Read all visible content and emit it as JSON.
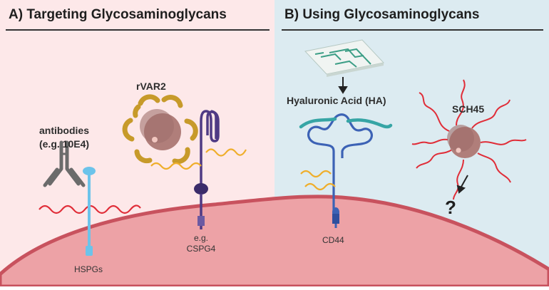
{
  "panels": {
    "a": {
      "title": "A) Targeting Glycosaminoglycans",
      "bg": "#fde8e9"
    },
    "b": {
      "title": "B) Using Glycosaminoglycans",
      "bg": "#dcebf1"
    }
  },
  "labels": {
    "antibodies_line1": "antibodies",
    "antibodies_line2": "(e.g. 10E4)",
    "rvar2": "rVAR2",
    "hspgs": "HSPGs",
    "eg": "e.g.",
    "cspg4": "CSPG4",
    "hyaluronic_acid": "Hyaluronic Acid (HA)",
    "cd44": "CD44",
    "sch45": "SCH45",
    "question": "?"
  },
  "colors": {
    "cell": "#eda2a6",
    "cell_edge": "#c8525e",
    "glycan_red": "#e02d38",
    "glycan_orange": "#efae2b",
    "hspg_blue": "#6cc3ea",
    "cspg4_purple": "#4f3a84",
    "cd44_blue": "#3c62b5",
    "ha_teal": "#36a5a5",
    "antibody_grey": "#6b6b6b",
    "rvar2_gold": "#c79a2a",
    "nanoparticle": "#9b6b6b"
  },
  "icons": [
    "antibody-icon",
    "rvar2-protein-icon",
    "microchip-icon",
    "nanoparticle-icon",
    "arrow-icon"
  ]
}
